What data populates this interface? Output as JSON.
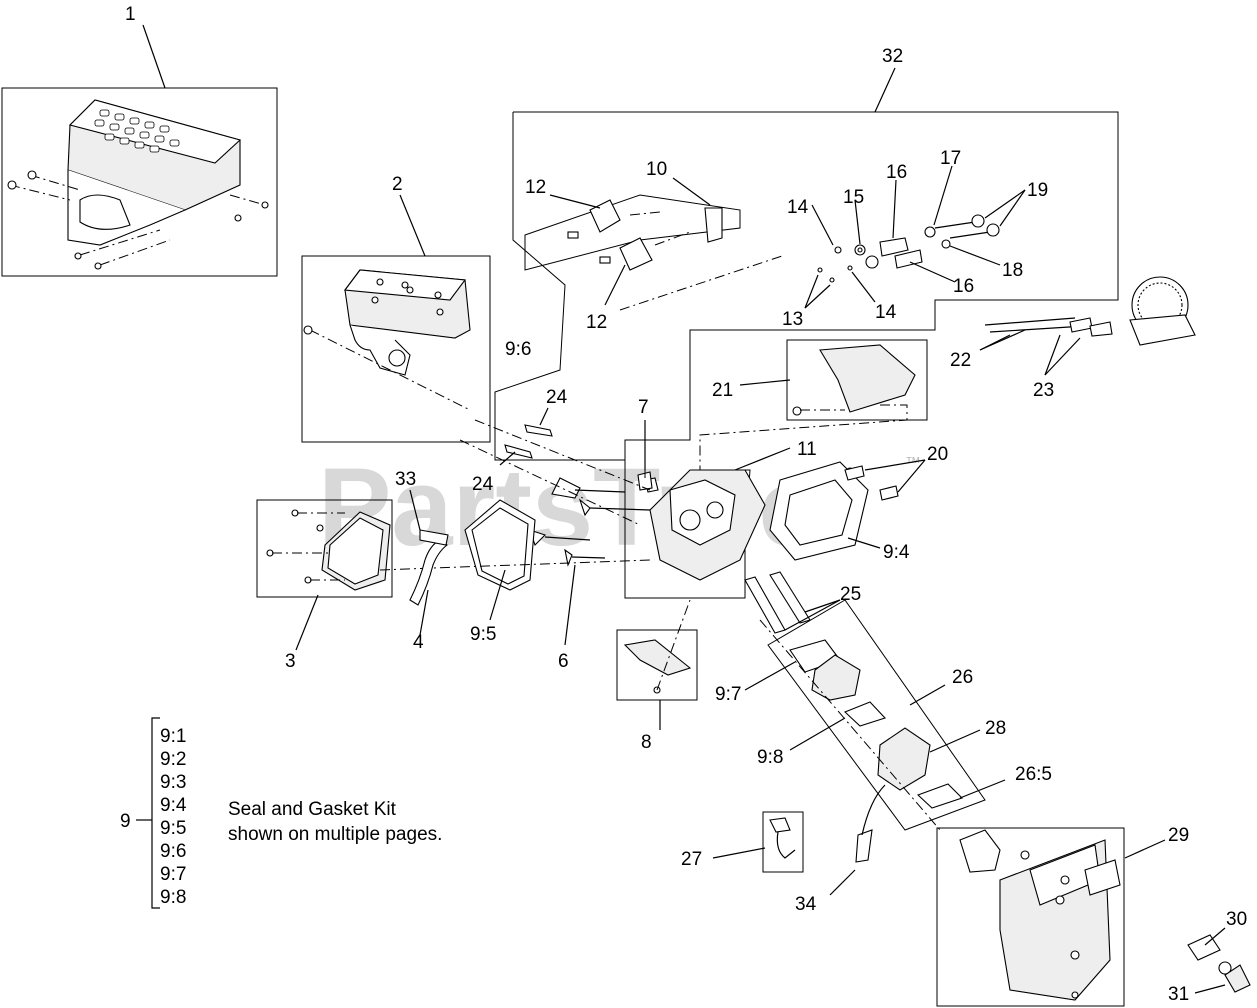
{
  "watermark": {
    "text": "PartsTree",
    "tm": "™"
  },
  "callouts": [
    {
      "id": "c1",
      "text": "1"
    },
    {
      "id": "c2",
      "text": "2"
    },
    {
      "id": "c3",
      "text": "3"
    },
    {
      "id": "c4",
      "text": "4"
    },
    {
      "id": "c5",
      "text": "9:5"
    },
    {
      "id": "c6",
      "text": "6"
    },
    {
      "id": "c7",
      "text": "7"
    },
    {
      "id": "c8",
      "text": "8"
    },
    {
      "id": "c9_6",
      "text": "9:6"
    },
    {
      "id": "c10",
      "text": "10"
    },
    {
      "id": "c11",
      "text": "11"
    },
    {
      "id": "c12a",
      "text": "12"
    },
    {
      "id": "c12b",
      "text": "12"
    },
    {
      "id": "c13",
      "text": "13"
    },
    {
      "id": "c14a",
      "text": "14"
    },
    {
      "id": "c14b",
      "text": "14"
    },
    {
      "id": "c15",
      "text": "15"
    },
    {
      "id": "c16a",
      "text": "16"
    },
    {
      "id": "c16b",
      "text": "16"
    },
    {
      "id": "c17",
      "text": "17"
    },
    {
      "id": "c18",
      "text": "18"
    },
    {
      "id": "c19",
      "text": "19"
    },
    {
      "id": "c20",
      "text": "20"
    },
    {
      "id": "c21",
      "text": "21"
    },
    {
      "id": "c22",
      "text": "22"
    },
    {
      "id": "c23",
      "text": "23"
    },
    {
      "id": "c24a",
      "text": "24"
    },
    {
      "id": "c24b",
      "text": "24"
    },
    {
      "id": "c25",
      "text": "25"
    },
    {
      "id": "c26",
      "text": "26"
    },
    {
      "id": "c26_5",
      "text": "26:5"
    },
    {
      "id": "c27",
      "text": "27"
    },
    {
      "id": "c28",
      "text": "28"
    },
    {
      "id": "c29",
      "text": "29"
    },
    {
      "id": "c30",
      "text": "30"
    },
    {
      "id": "c31",
      "text": "31"
    },
    {
      "id": "c32",
      "text": "32"
    },
    {
      "id": "c33",
      "text": "33"
    },
    {
      "id": "c34",
      "text": "34"
    },
    {
      "id": "c9_4",
      "text": "9:4"
    },
    {
      "id": "c9_7",
      "text": "9:7"
    },
    {
      "id": "c9_8",
      "text": "9:8"
    }
  ],
  "kit": {
    "number": "9",
    "items": [
      "9:1",
      "9:2",
      "9:3",
      "9:4",
      "9:5",
      "9:6",
      "9:7",
      "9:8"
    ],
    "note_line1": "Seal and Gasket Kit",
    "note_line2": "shown on multiple pages."
  }
}
